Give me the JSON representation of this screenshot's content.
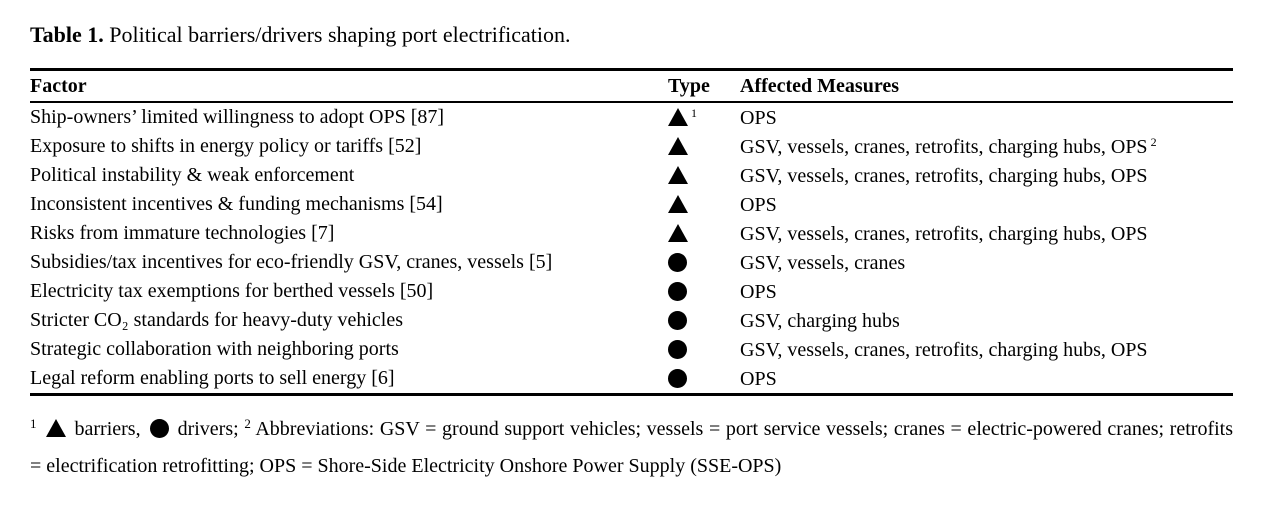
{
  "colors": {
    "text": "#000000",
    "background": "#ffffff"
  },
  "caption": {
    "label": "Table 1.",
    "text": "Political barriers/drivers shaping port electrification."
  },
  "table": {
    "columns": [
      "Factor",
      "Type",
      "Affected Measures"
    ],
    "legend": {
      "barrier": "triangle-up-icon",
      "driver": "circle-icon"
    },
    "rows": [
      {
        "factor": "Ship-owners’ limited willingness to adopt OPS [87]",
        "type": "barrier",
        "type_sup": "1",
        "measures": "OPS"
      },
      {
        "factor": "Exposure to shifts in energy policy or tariffs [52]",
        "type": "barrier",
        "measures": "GSV, vessels, cranes, retrofits, charging hubs, OPS",
        "measures_sup": "2"
      },
      {
        "factor": "Political instability & weak enforcement",
        "type": "barrier",
        "measures": "GSV, vessels, cranes, retrofits, charging hubs, OPS"
      },
      {
        "factor": "Inconsistent incentives & funding mechanisms [54]",
        "type": "barrier",
        "measures": "OPS"
      },
      {
        "factor": "Risks from immature technologies [7]",
        "type": "barrier",
        "measures": "GSV, vessels, cranes, retrofits, charging hubs, OPS"
      },
      {
        "factor": "Subsidies/tax incentives for eco-friendly GSV, cranes, vessels [5]",
        "type": "driver",
        "measures": "GSV, vessels, cranes"
      },
      {
        "factor": "Electricity tax exemptions for berthed vessels [50]",
        "type": "driver",
        "measures": "OPS"
      },
      {
        "factor": "Stricter CO₂ standards for heavy-duty vehicles",
        "type": "driver",
        "measures": "GSV, charging hubs"
      },
      {
        "factor": "Strategic collaboration with neighboring ports",
        "type": "driver",
        "measures": "GSV, vessels, cranes, retrofits, charging hubs, OPS"
      },
      {
        "factor": "Legal reform enabling ports to sell energy [6]",
        "type": "driver",
        "measures": "OPS"
      }
    ]
  },
  "footnote": {
    "marker1": "1",
    "barrier_label": "barriers,",
    "driver_label": "drivers;",
    "marker2": "2",
    "abbreviations": "Abbreviations: GSV = ground support vehicles; vessels = port service vessels; cranes = electric-powered cranes; retrofits = electrification retrofitting; OPS = Shore-Side Electricity Onshore Power Supply (SSE-OPS)"
  }
}
